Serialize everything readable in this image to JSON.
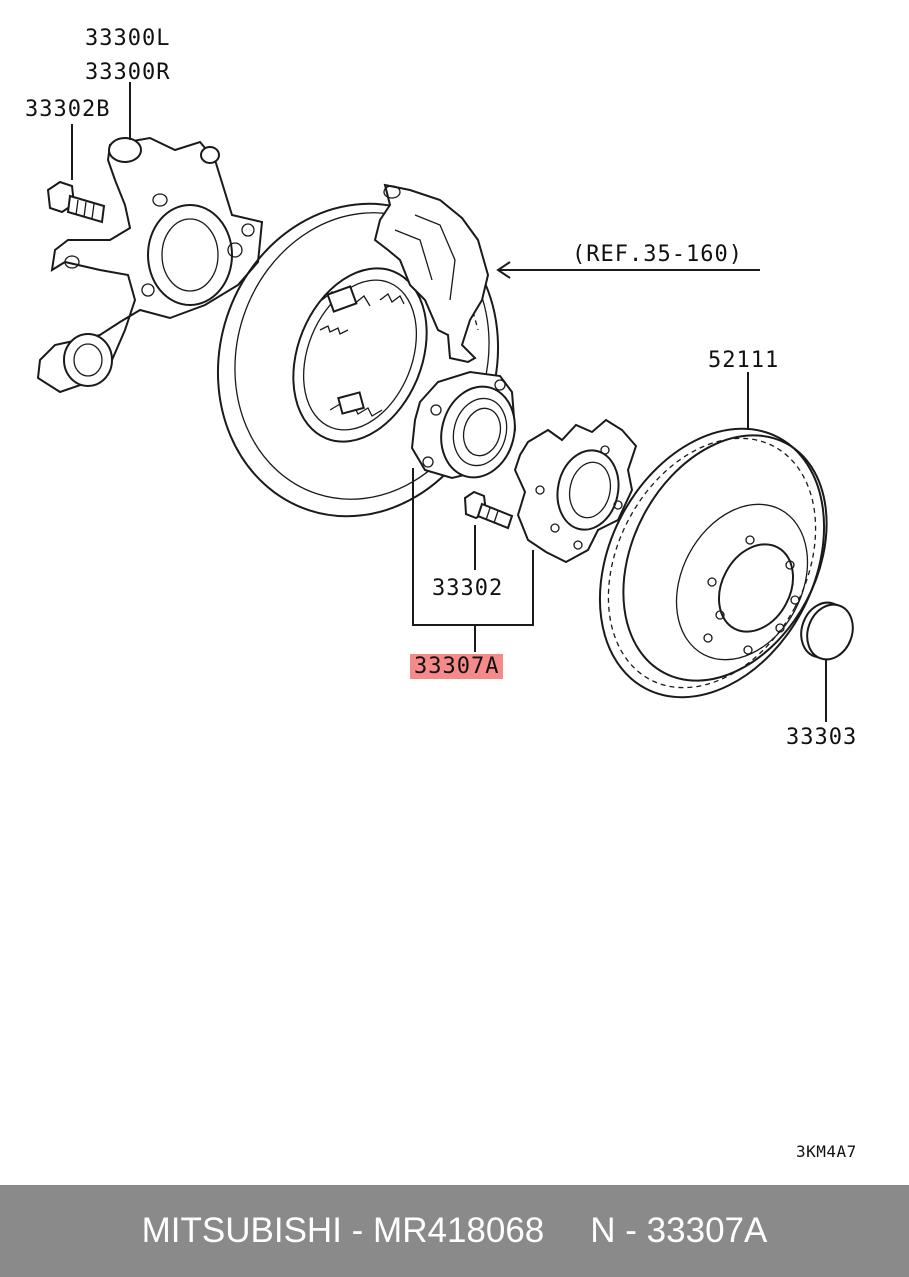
{
  "labels": {
    "knuckle_left": "33300L",
    "knuckle_right": "33300R",
    "knuckle_bolt": "33302B",
    "reference": "(REF.35-160)",
    "brake_disc": "52111",
    "hub_bolt": "33302",
    "hub_assembly": "33307A",
    "cap": "33303"
  },
  "diagram_code": "3KM4A7",
  "footer": {
    "brand": "MITSUBISHI",
    "separator": " - ",
    "part_number": "MR418068",
    "ref_prefix": "N - ",
    "ref_number": "33307A"
  },
  "colors": {
    "highlight": "#f48a8a",
    "footer_bg": "#8a8a8a",
    "footer_text": "#ffffff"
  }
}
